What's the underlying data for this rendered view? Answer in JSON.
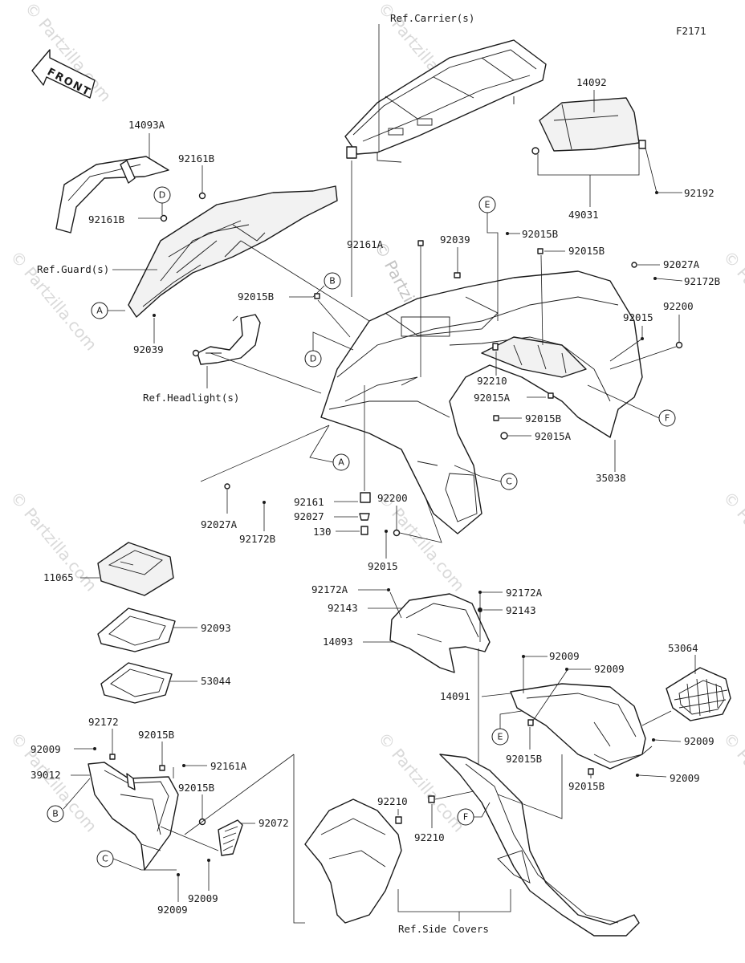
{
  "diagram": {
    "code": "F2171",
    "front_label": "FRONT",
    "watermark": "© Partzilla.com",
    "refs": {
      "carrier": "Ref.Carrier(s)",
      "guard": "Ref.Guard(s)",
      "headlight": "Ref.Headlight(s)",
      "side_covers": "Ref.Side Covers"
    },
    "bubbles": {
      "a": "A",
      "b": "B",
      "c": "C",
      "d": "D",
      "e": "E",
      "f": "F"
    },
    "parts": {
      "p14092": "14092",
      "p49031": "49031",
      "p92192": "92192",
      "p14093A": "14093A",
      "p92161B": "92161B",
      "p92039": "92039",
      "p92161A": "92161A",
      "p92015B": "92015B",
      "p92027A": "92027A",
      "p92172B": "92172B",
      "p92015": "92015",
      "p92200": "92200",
      "p92210": "92210",
      "p92015A": "92015A",
      "p35038": "35038",
      "p92161": "92161",
      "p92027": "92027",
      "p130": "130",
      "p11065": "11065",
      "p92093": "92093",
      "p53044": "53044",
      "p92172A": "92172A",
      "p92143": "92143",
      "p14093": "14093",
      "p92009": "92009",
      "p53064": "53064",
      "p14091": "14091",
      "p92172": "92172",
      "p39012": "39012",
      "p92072": "92072"
    }
  }
}
